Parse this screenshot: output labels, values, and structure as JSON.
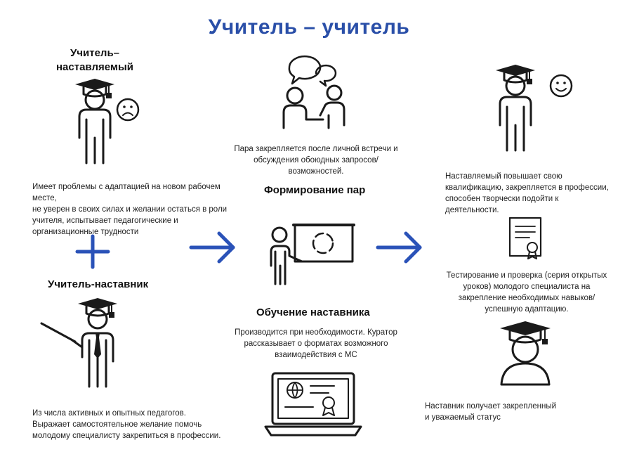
{
  "title": "Учитель – учитель",
  "mentee": {
    "heading_line1": "Учитель–",
    "heading_line2": "наставляемый",
    "desc_lines": [
      "Имеет проблемы с адаптацией на новом рабочем месте,",
      "не уверен в своих силах и желании остаться в роли",
      "учителя, испытывает педагогические и",
      "организационные трудности"
    ]
  },
  "mentor": {
    "heading": "Учитель-наставник",
    "desc_lines": [
      "Из числа активных и опытных педагогов.",
      "Выражает самостоятельное желание помочь",
      "молодому специалисту закрепиться в профессии."
    ]
  },
  "pairing": {
    "desc_lines": [
      "Пара закрепляется после личной встречи и",
      "обсуждения обоюдных запросов/",
      "возможностей."
    ],
    "heading": "Формирование пар"
  },
  "training": {
    "heading": "Обучение наставника",
    "desc_lines": [
      "Производится при необходимости. Куратор",
      "рассказывает о форматах возможного",
      "взаимодействия с МС"
    ]
  },
  "results": {
    "growth_lines": [
      "Наставляемый повышает свою",
      "квалификацию, закрепляется в профессии,",
      "способен творчески подойти к",
      "деятельности."
    ],
    "testing_lines": [
      "Тестирование и проверка (серия открытых",
      "уроков) молодого специалиста на",
      "закрепление необходимых навыков/",
      "успешную адаптацию."
    ],
    "status_lines": [
      "Наставник получает закрепленный",
      "и уважаемый статус"
    ]
  },
  "colors": {
    "title": "#2a4fa8",
    "arrows": "#2a52b8",
    "icons": "#1a1a1a"
  },
  "icons": [
    "graduate-sad-icon",
    "plus-icon",
    "teacher-pointer-icon",
    "people-chat-icon",
    "right-arrow-icon",
    "presenter-board-icon",
    "laptop-certificate-icon",
    "graduate-happy-icon",
    "certificate-icon",
    "graduate-bust-icon"
  ]
}
